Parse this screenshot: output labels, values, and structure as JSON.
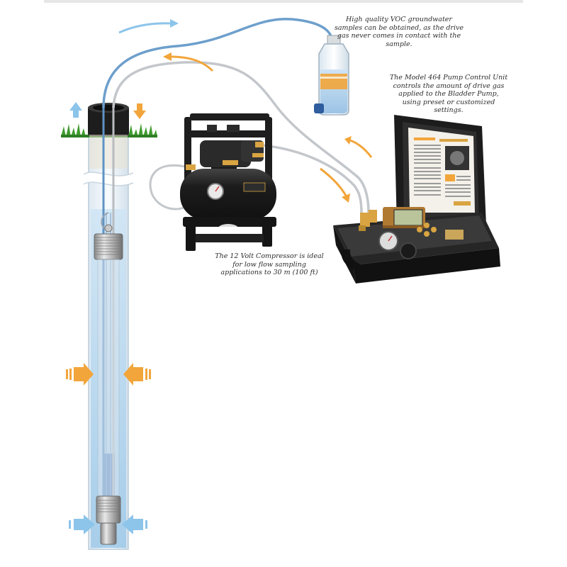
{
  "captions": {
    "voc_sample": "High quality VOC groundwater samples can be obtained, as the drive gas never comes in contact with the sample.",
    "control_unit": "The Model 464 Pump Control Unit controls the amount of drive gas applied to the Bladder Pump, using preset or customized settings.",
    "compressor": "The 12 Volt Compressor is ideal for low flow sampling applications to 30 m (100 ft)"
  },
  "colors": {
    "water_blue": "#7fb6df",
    "flow_arrow_blue": "#8cc4ea",
    "drive_gas_orange": "#f2a53a",
    "brass": "#d9a441",
    "equipment_black": "#1e1e1e",
    "grass_green": "#3f9b2f"
  }
}
